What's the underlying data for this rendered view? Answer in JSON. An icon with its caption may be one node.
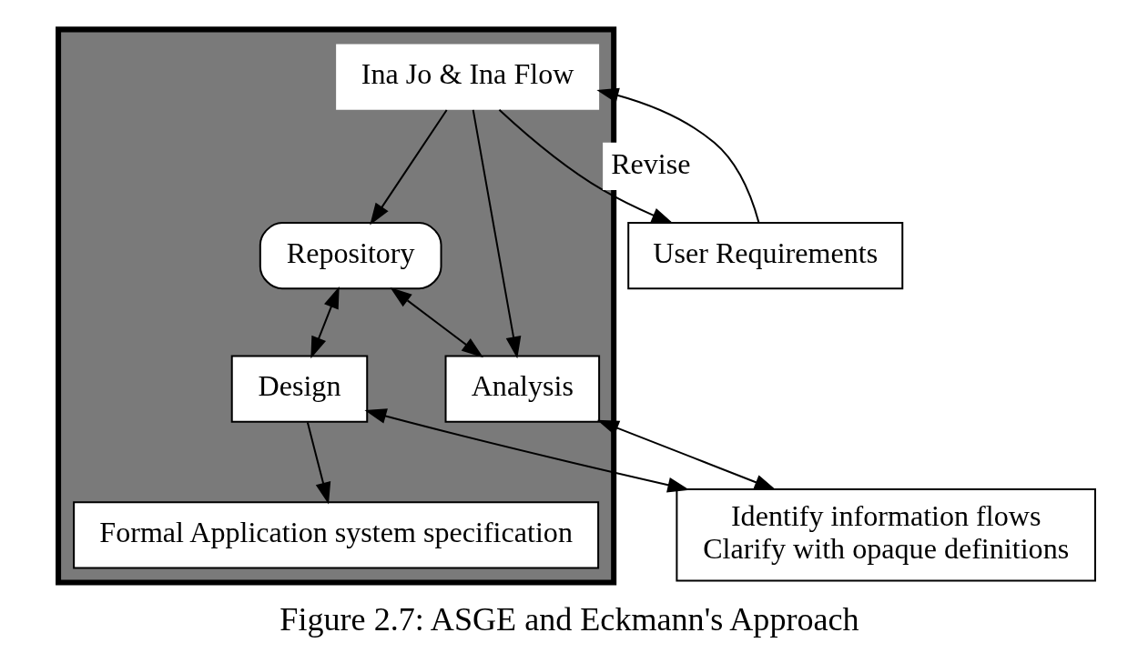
{
  "diagram": {
    "caption": "Figure 2.7: ASGE and Eckmann's Approach",
    "nodes": [
      {
        "text": [],
        "shape": "box"
      },
      {
        "text": [
          "Repository"
        ],
        "in": 0
      },
      {
        "text": [
          "User Requirements"
        ]
      },
      {
        "text": [
          "Ina Jo & Ina Flow"
        ],
        "in": 0
      },
      {
        "text": [
          "Analysis"
        ],
        "in": 0
      },
      {
        "text": [
          "Identify information flows",
          "Clarify with opaque definitions"
        ]
      },
      {
        "text": [
          "Design"
        ],
        "in": 0
      },
      {
        "text": [
          "Formal Application system specification"
        ],
        "in": 0
      }
    ],
    "edges": [
      {
        "from": 2,
        "to": 3,
        "arrow": "to"
      },
      {
        "from": 3,
        "to": 1,
        "arrow": "to"
      },
      {
        "from": 3,
        "to": 2,
        "arrow": "to",
        "label": "Revise"
      },
      {
        "from": 3,
        "to": 4,
        "arrow": "to"
      },
      {
        "from": 1,
        "to": 4,
        "arrow": "both"
      },
      {
        "from": 1,
        "to": 6,
        "arrow": "both"
      },
      {
        "from": 4,
        "to": 5,
        "arrow": "both"
      },
      {
        "from": 6,
        "to": 5,
        "arrow": "both"
      },
      {
        "from": 6,
        "to": 7,
        "arrow": "to"
      }
    ]
  }
}
